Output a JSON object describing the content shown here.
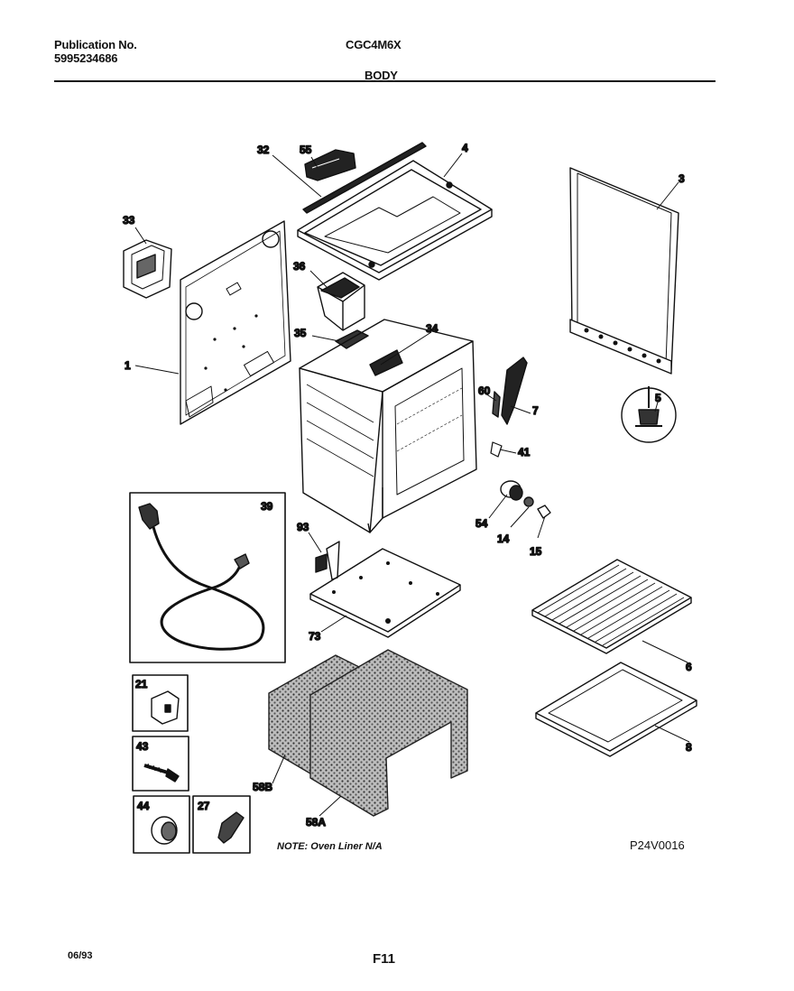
{
  "header": {
    "publication_label": "Publication No.",
    "publication_number": "5995234686",
    "model": "CGC4M6X",
    "section": "BODY"
  },
  "labels": {
    "p1": "1",
    "p3": "3",
    "p4": "4",
    "p5": "5",
    "p6": "6",
    "p7": "7",
    "p8": "8",
    "p14": "14",
    "p15": "15",
    "p21": "21",
    "p27": "27",
    "p32": "32",
    "p33": "33",
    "p34": "34",
    "p35": "35",
    "p36": "36",
    "p39": "39",
    "p41": "41",
    "p43": "43",
    "p44": "44",
    "p54": "54",
    "p55": "55",
    "p58a": "58A",
    "p58b": "58B",
    "p60": "60",
    "p73": "73",
    "p93": "93"
  },
  "note": "NOTE: Oven Liner N/A",
  "drawing_code": "P24V0016",
  "footer": {
    "date": "06/93",
    "page": "F11"
  }
}
